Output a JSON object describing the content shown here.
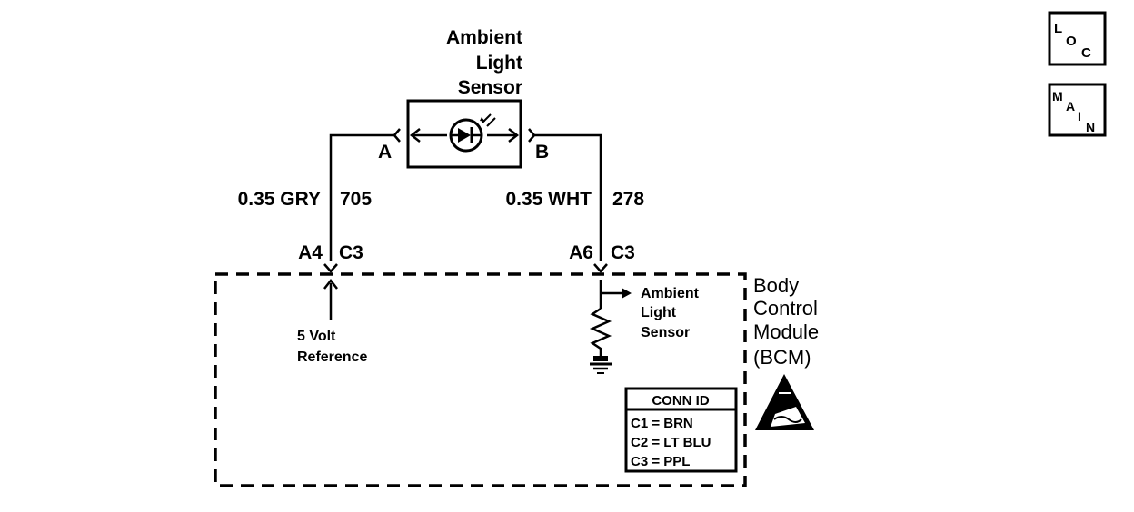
{
  "sensor": {
    "title_lines": [
      "Ambient",
      "Light",
      "Sensor"
    ]
  },
  "terminals": {
    "left": "A",
    "right": "B"
  },
  "wires": {
    "left": {
      "gauge_color": "0.35 GRY",
      "circuit": "705",
      "pin": "A4",
      "connector": "C3"
    },
    "right": {
      "gauge_color": "0.35 WHT",
      "circuit": "278",
      "pin": "A6",
      "connector": "C3"
    }
  },
  "bcm": {
    "name_lines": [
      "Body",
      "Control",
      "Module",
      "(BCM)"
    ],
    "left_signal_lines": [
      "5 Volt",
      "Reference"
    ],
    "right_signal_lines": [
      "Ambient",
      "Light",
      "Sensor"
    ]
  },
  "conn_id": {
    "header": "CONN ID",
    "rows": [
      "C1 = BRN",
      "C2 = LT BLU",
      "C3 = PPL"
    ]
  },
  "nav_icons": [
    {
      "name": "loc-icon",
      "letters": [
        "L",
        "O",
        "C"
      ]
    },
    {
      "name": "main-icon",
      "letters": [
        "M",
        "A",
        "I",
        "N"
      ]
    }
  ],
  "icons": {
    "esd": "esd-warning-icon",
    "ground": "ground-icon",
    "led": "photodiode-icon"
  }
}
